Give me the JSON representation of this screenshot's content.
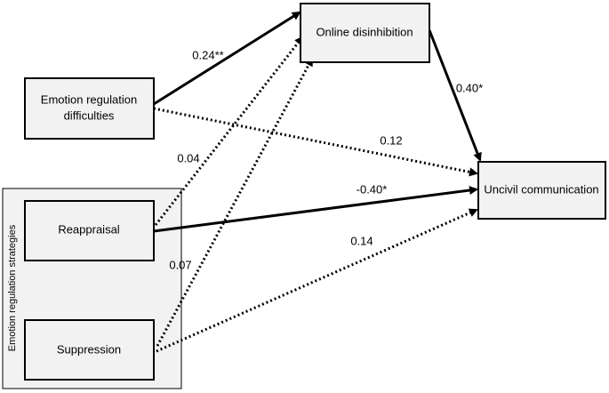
{
  "group": {
    "label": "Emotion regulation strategies"
  },
  "nodes": {
    "erd_line1": "Emotion regulation",
    "erd_line2": "difficulties",
    "online": "Online disinhibition",
    "uncivil": "Uncivil communication",
    "reappraisal": "Reappraisal",
    "suppression": "Suppression"
  },
  "paths": [
    {
      "from": "Emotion regulation difficulties",
      "to": "Online disinhibition",
      "coefficient": "0.24**",
      "style": "solid"
    },
    {
      "from": "Online disinhibition",
      "to": "Uncivil communication",
      "coefficient": "0.40*",
      "style": "solid"
    },
    {
      "from": "Emotion regulation difficulties",
      "to": "Uncivil communication",
      "coefficient": "0.12",
      "style": "dotted"
    },
    {
      "from": "Reappraisal",
      "to": "Online disinhibition",
      "coefficient": "0.04",
      "style": "dotted"
    },
    {
      "from": "Reappraisal",
      "to": "Uncivil communication",
      "coefficient": "-0.40*",
      "style": "solid"
    },
    {
      "from": "Suppression",
      "to": "Online disinhibition",
      "coefficient": "0.07",
      "style": "dotted"
    },
    {
      "from": "Suppression",
      "to": "Uncivil communication",
      "coefficient": "0.14",
      "style": "dotted"
    }
  ]
}
